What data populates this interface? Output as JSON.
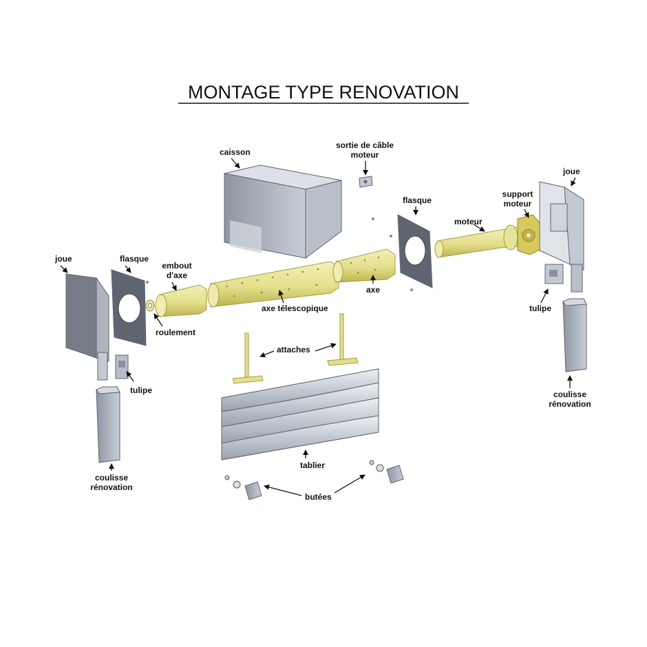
{
  "title": "MONTAGE TYPE RENOVATION",
  "labels": {
    "caisson": "caisson",
    "sortie_line1": "sortie de câble",
    "sortie_line2": "moteur",
    "joue_left": "joue",
    "flasque_left": "flasque",
    "embout_line1": "embout",
    "embout_line2": "d'axe",
    "roulement": "roulement",
    "axe_telescopique": "axe télescopique",
    "axe": "axe",
    "flasque_right": "flasque",
    "moteur": "moteur",
    "support_line1": "support",
    "support_line2": "moteur",
    "joue_right": "joue",
    "tulipe_left": "tulipe",
    "tulipe_right": "tulipe",
    "attaches": "attaches",
    "tablier": "tablier",
    "butees": "butées",
    "coulisse_left_line1": "coulisse",
    "coulisse_left_line2": "rénovation",
    "coulisse_right_line1": "coulisse",
    "coulisse_right_line2": "rénovation"
  },
  "colors": {
    "grey_part": "#a9b1bd",
    "dark_grey_part": "#6f7682",
    "yellow_part": "#e3df8c",
    "yellow_dark": "#c9c25a"
  }
}
